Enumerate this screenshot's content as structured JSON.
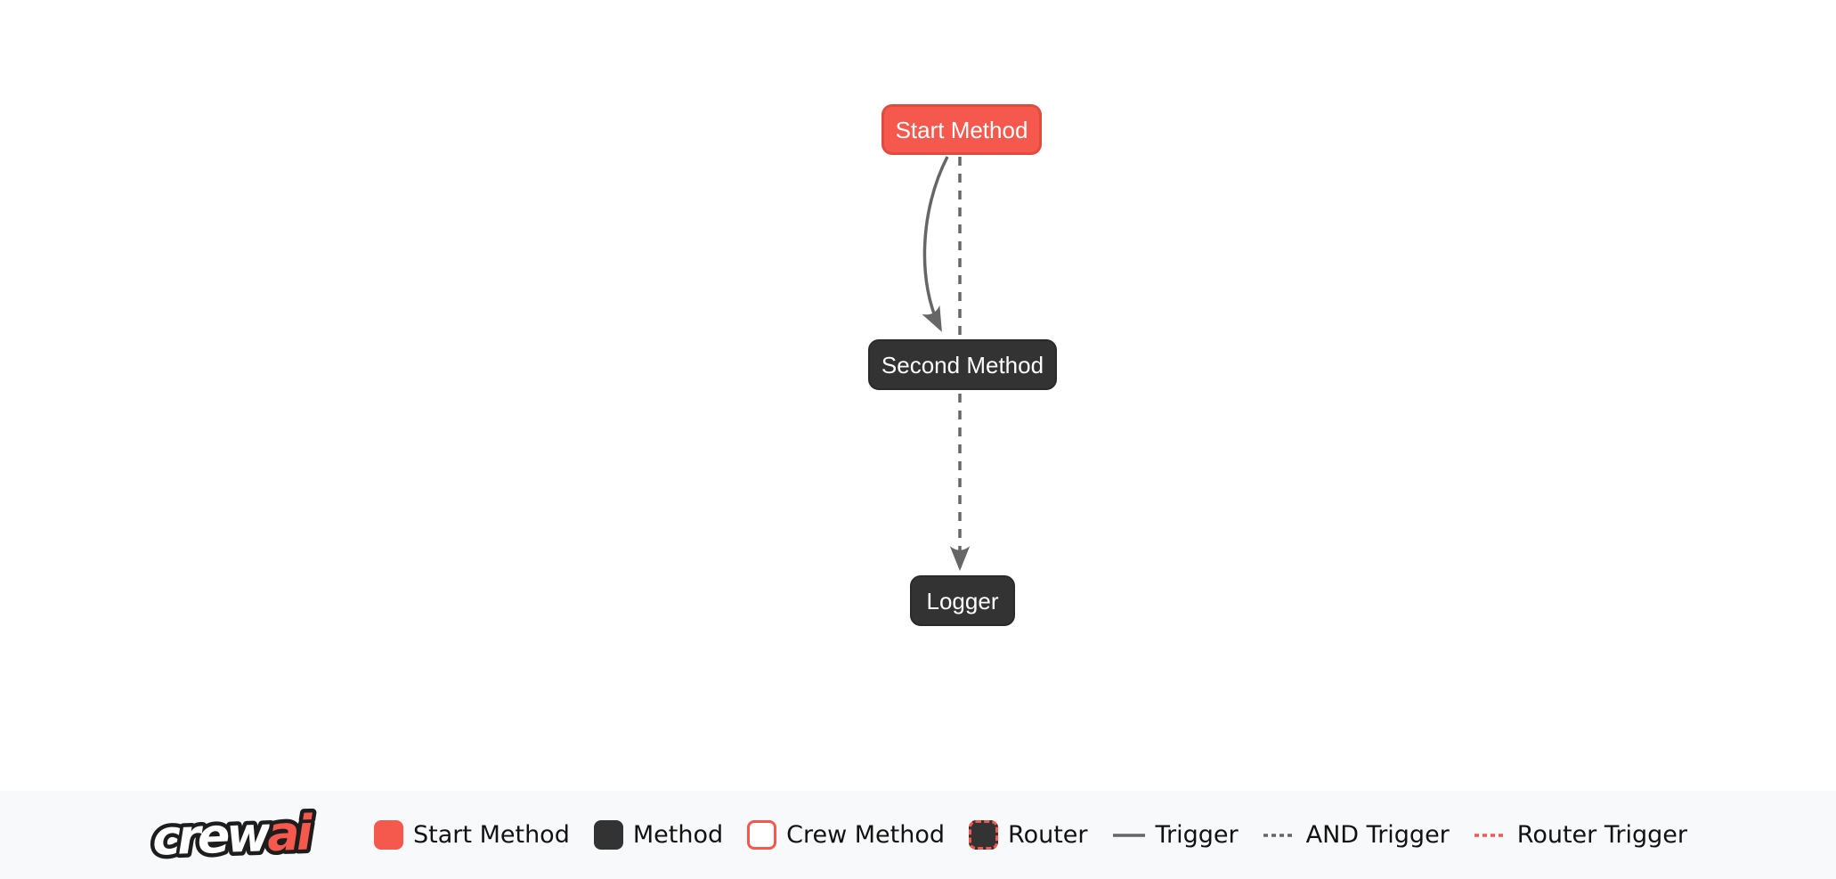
{
  "diagram": {
    "nodes": [
      {
        "id": "start_method",
        "label": "Start Method",
        "type": "start-method"
      },
      {
        "id": "second_method",
        "label": "Second Method",
        "type": "method"
      },
      {
        "id": "logger",
        "label": "Logger",
        "type": "method"
      }
    ],
    "edges": [
      {
        "from": "start_method",
        "to": "second_method",
        "type": "trigger",
        "style": "solid-curved"
      },
      {
        "from": "start_method",
        "to": "logger",
        "type": "and-trigger",
        "style": "dashed"
      },
      {
        "from": "second_method",
        "to": "logger",
        "type": "and-trigger",
        "style": "dashed"
      }
    ]
  },
  "legend": {
    "logo": {
      "crew": "crew",
      "ai": "ai"
    },
    "items": [
      {
        "label": "Start Method",
        "swatch": "start-method-swatch"
      },
      {
        "label": "Method",
        "swatch": "method-swatch"
      },
      {
        "label": "Crew Method",
        "swatch": "crew-method-swatch"
      },
      {
        "label": "Router",
        "swatch": "router-swatch"
      },
      {
        "label": "Trigger",
        "swatch": "trigger-line-swatch"
      },
      {
        "label": "AND Trigger",
        "swatch": "and-trigger-line-swatch"
      },
      {
        "label": "Router Trigger",
        "swatch": "router-trigger-line-swatch"
      }
    ]
  },
  "colors": {
    "start_fill": "#F5584C",
    "start_border": "#E04B40",
    "method_fill": "#333333",
    "edge": "#666666",
    "router_trigger": "#F5584C",
    "legend_bg": "#F8F9FA",
    "canvas_bg": "#FFFFFF",
    "node_text": "#FFFFFF",
    "legend_text": "#121212"
  }
}
